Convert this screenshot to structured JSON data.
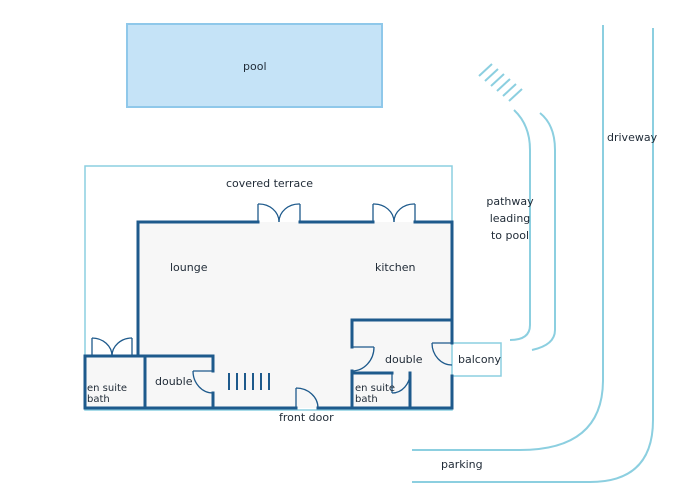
{
  "labels": {
    "pool": "pool",
    "covered_terrace": "covered terrace",
    "pathway": "pathway\nleading\nto pool",
    "driveway": "driveway",
    "lounge": "lounge",
    "kitchen": "kitchen",
    "double_left": "double",
    "double_right": "double",
    "en_suite_left": "en suite\nbath",
    "en_suite_right": "en suite\nbath",
    "balcony": "balcony",
    "front_door": "front door",
    "parking": "parking"
  },
  "colors": {
    "wall": "#1e5a8c",
    "outline": "#8ccfe0",
    "pool_fill": "#c5e3f7",
    "pool_stroke": "#8fc8ea",
    "floor": "#f7f7f7",
    "text": "#1f2a36"
  }
}
